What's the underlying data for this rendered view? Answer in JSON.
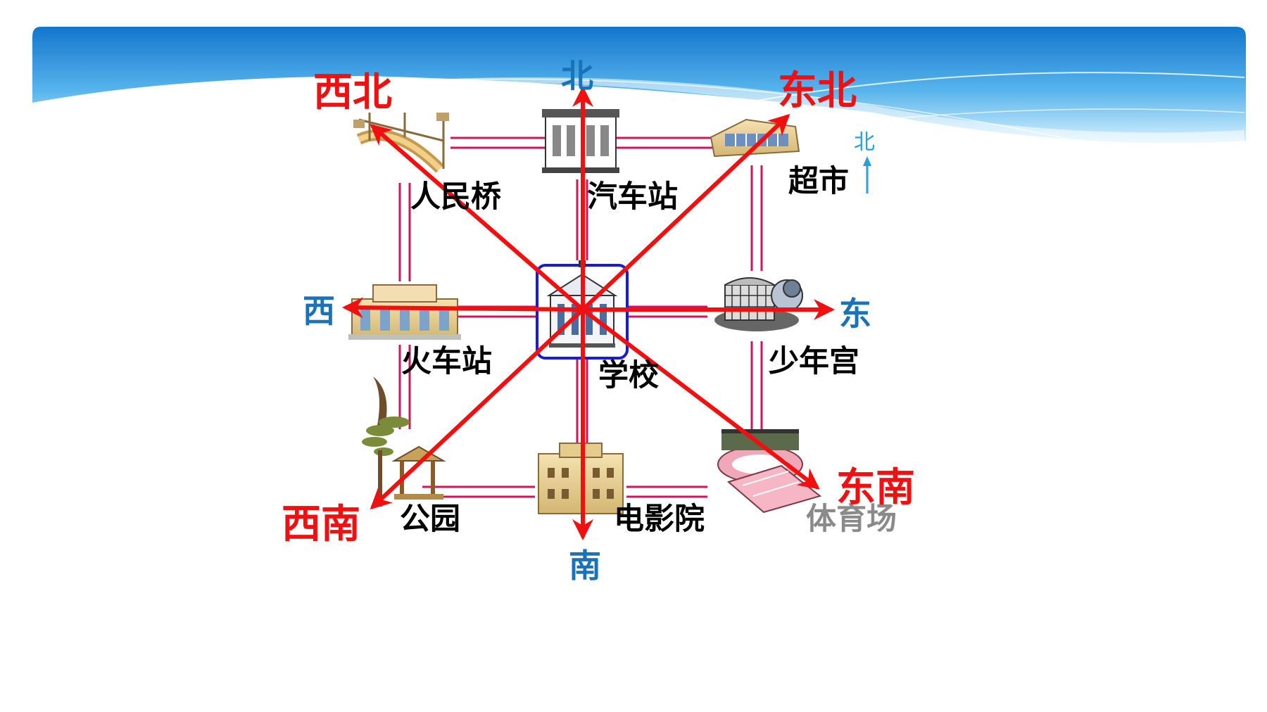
{
  "colors": {
    "banner_top": "#1276cc",
    "banner_bottom": "#d8f1fd",
    "road": "#d4145a",
    "arrow": "#f01010",
    "direction": "#1a73b8",
    "intercardinal": "#ee1111",
    "school_frame": "#1b1bd6",
    "compass_mini": "#2b9fd8"
  },
  "places": {
    "bridge": "人民桥",
    "bus_station": "汽车站",
    "supermarket": "超市",
    "train_station": "火车站",
    "school": "学校",
    "youth_palace": "少年宫",
    "park": "公园",
    "cinema": "电影院",
    "stadium": "体育场"
  },
  "directions": {
    "north": "北",
    "south": "南",
    "east": "东",
    "west": "西",
    "northwest": "西北",
    "northeast": "东北",
    "southwest": "西南",
    "southeast": "东南"
  },
  "mini_compass": {
    "label": "北"
  }
}
